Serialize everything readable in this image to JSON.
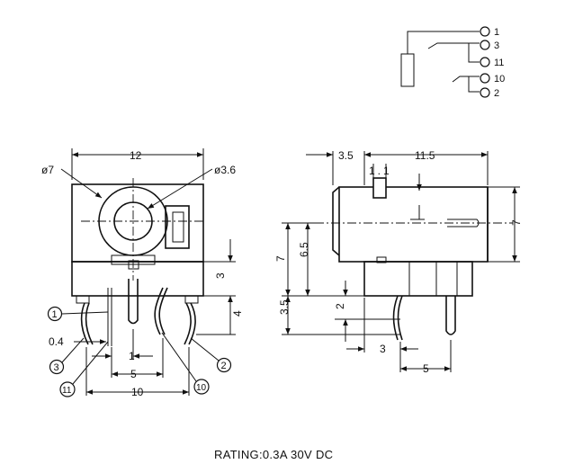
{
  "schematic": {
    "pins": [
      "1",
      "3",
      "11",
      "10",
      "2"
    ]
  },
  "front_view": {
    "width": "12",
    "outer_diameter": "ø7",
    "inner_diameter": "ø3.6",
    "height_upper": "3",
    "pin_length": "4",
    "pin_offset": "1",
    "pin_spacing_a": "5",
    "pin_spacing_b": "10",
    "pin_width": "0.4",
    "callouts": [
      "1",
      "3",
      "11",
      "10",
      "2"
    ]
  },
  "side_view": {
    "front_length": "3.5",
    "body_length": "11.5",
    "slot_width": "1.1",
    "height": "7",
    "height_total": "7",
    "height_axis": "6.5",
    "bottom_offset": "3.5",
    "pin_height": "2",
    "pin_offset": "3",
    "pin_spacing": "5"
  },
  "footer": {
    "rating": "RATING:0.3A 30V DC"
  }
}
